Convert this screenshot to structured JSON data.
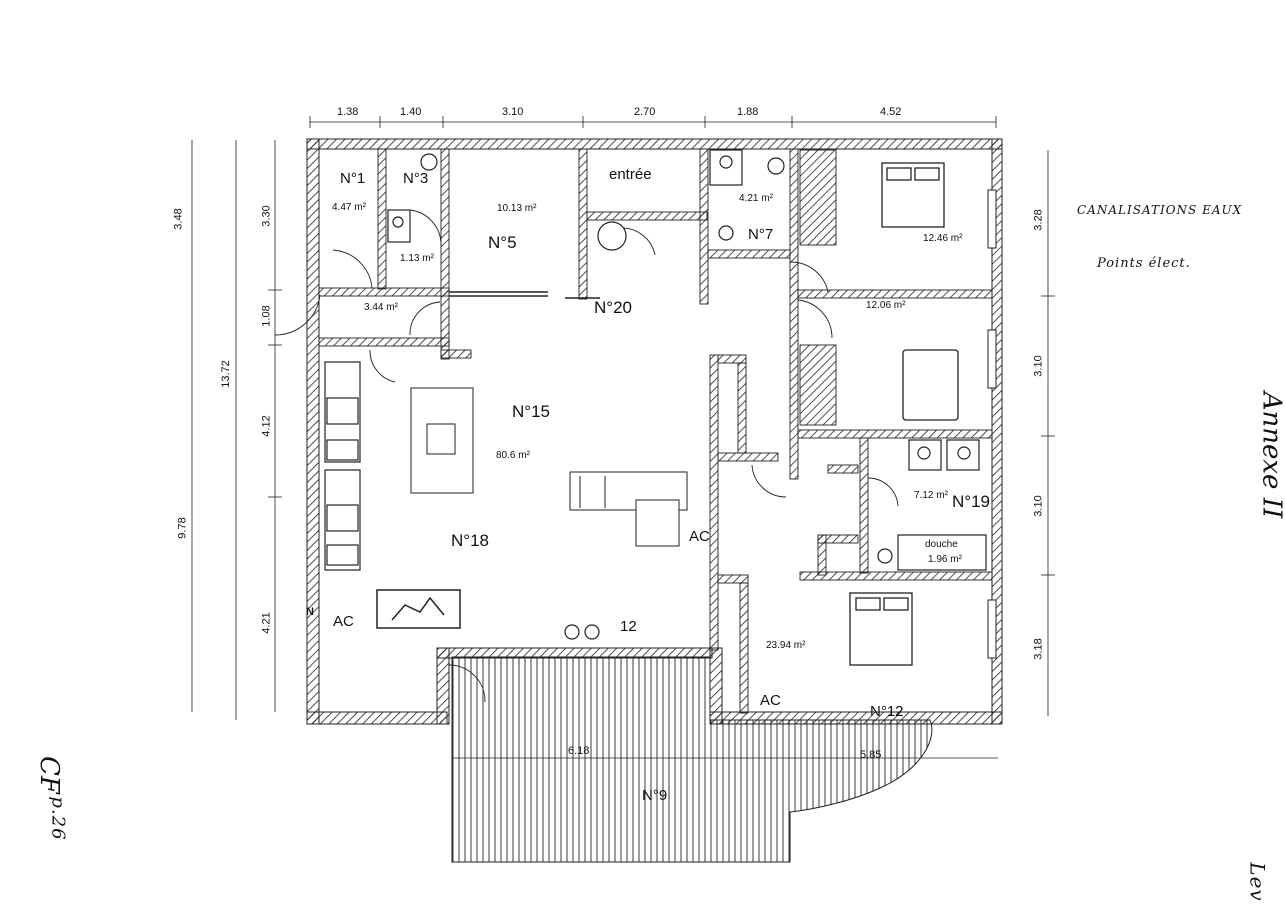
{
  "dimensions": {
    "top": [
      "1.38",
      "1.40",
      "3.10",
      "2.70",
      "1.88",
      "4.52"
    ],
    "left_outer": "9.78",
    "left_total": "13.72",
    "left_segments": [
      "3.48",
      "3.30",
      "1.08",
      "4.12",
      "4.21"
    ],
    "right_segments": [
      "3.28",
      "3.10",
      "3.10",
      "3.18"
    ],
    "terrace_left": "6.18",
    "terrace_right": "5.85"
  },
  "rooms": {
    "n1": "N°1",
    "n1_area": "4.47 m²",
    "n3": "N°3",
    "n3_area": "1.13 m²",
    "n5": "N°5",
    "n5_area": "10.13 m²",
    "entree": "entrée",
    "n7": "N°7",
    "n7_area": "4.21 m²",
    "bed1_area": "12.46 m²",
    "hall_area": "3.44 m²",
    "n20": "N°20",
    "bed2_area": "12.06 m²",
    "n15": "N°15",
    "n15_area": "80.6 m²",
    "n18": "N°18",
    "n19": "N°19",
    "n19_area": "7.12 m²",
    "douche": "douche",
    "douche_area": "1.96 m²",
    "ac1": "AC",
    "ac2": "AC",
    "ac3": "AC",
    "n12_small": "12",
    "bed3_area": "23.94 m²",
    "n12": "N°12",
    "n9": "N°9",
    "north": "N"
  },
  "annotations": {
    "canalisations": "CANALISATIONS EAUX",
    "points_elect": "Points élect.",
    "annexe": "Annexe II",
    "cf": "CF",
    "pg": "p.26",
    "sig": "Lev"
  }
}
